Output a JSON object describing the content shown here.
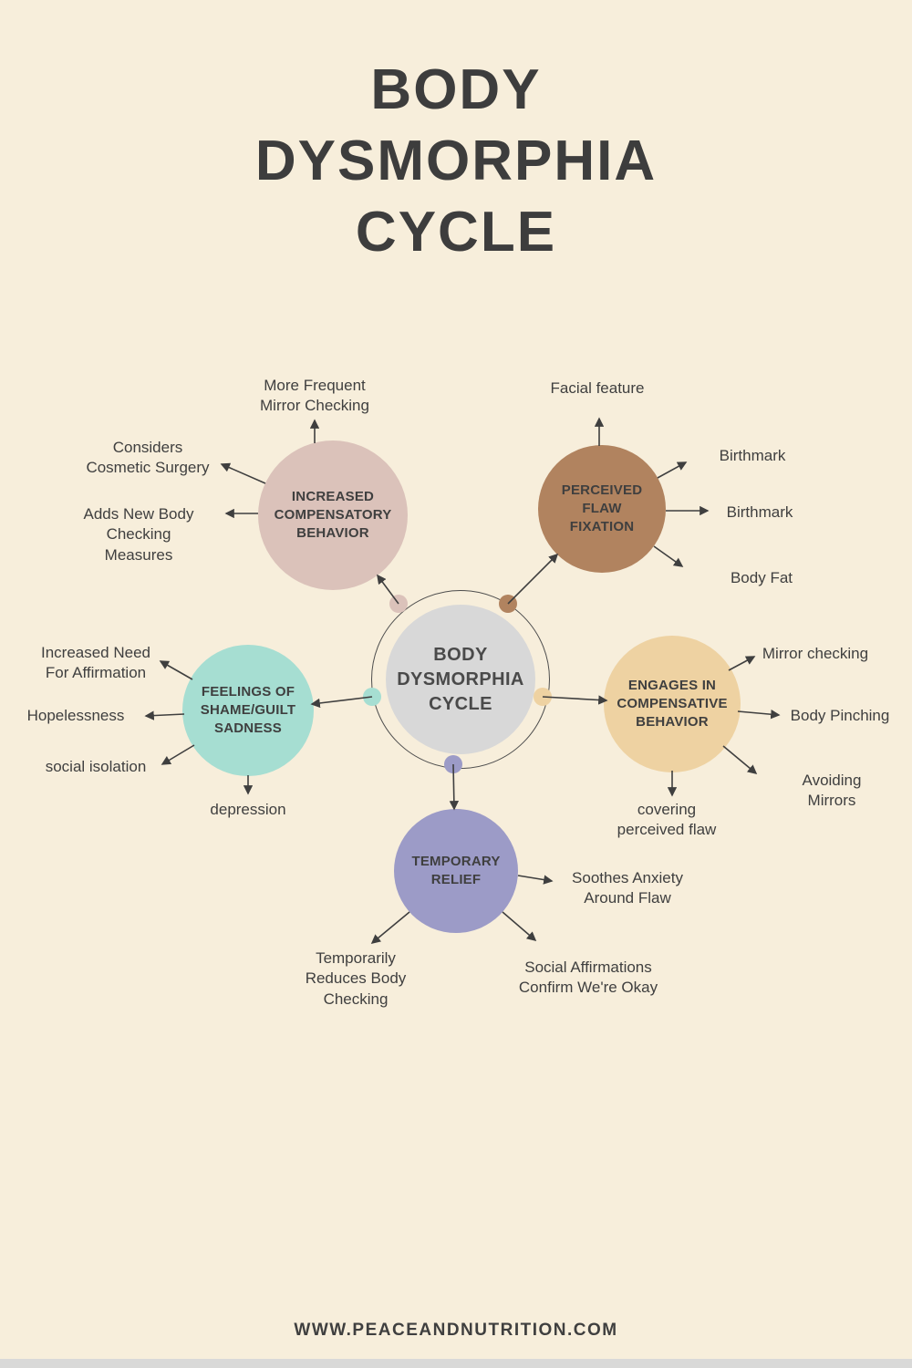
{
  "page": {
    "title": "BODY\nDYSMORPHIA\nCYCLE",
    "footer": "WWW.PEACEANDNUTRITION.COM"
  },
  "colors": {
    "background": "#f7eedb",
    "ink": "#3f3f3f",
    "center_circle": "#d8d8d8",
    "ring_stroke": "#4c4c4c"
  },
  "diagram": {
    "center": {
      "label": "BODY\nDYSMORPHIA\nCYCLE",
      "color": "#d8d8d8"
    },
    "nodes": {
      "increased_compensatory": {
        "label": "INCREASED\nCOMPENSATORY\nBEHAVIOR",
        "color": "#dbc2ba"
      },
      "perceived_flaw": {
        "label": "PERCEIVED\nFLAW\nFIXATION",
        "color": "#b1835f"
      },
      "engages_compensative": {
        "label": "ENGAGES IN\nCOMPENSATIVE\nBEHAVIOR",
        "color": "#eed2a2"
      },
      "feelings_shame": {
        "label": "FEELINGS OF\nSHAME/GUILT\nSADNESS",
        "color": "#a6ded2"
      },
      "temporary_relief": {
        "label": "TEMPORARY\nRELIEF",
        "color": "#9c9bc7"
      }
    },
    "labels": {
      "mirror_checking_more": "More Frequent\nMirror Checking",
      "considers_cosmetic_surgery": "Considers\nCosmetic Surgery",
      "adds_body_checking": "Adds New Body\nChecking\nMeasures",
      "facial_feature": "Facial feature",
      "birthmark_1": "Birthmark",
      "birthmark_2": "Birthmark",
      "body_fat": "Body Fat",
      "mirror_checking": "Mirror checking",
      "body_pinching": "Body Pinching",
      "avoiding_mirrors": "Avoiding\nMirrors",
      "covering_flaw": "covering\nperceived flaw",
      "increased_need_affirmation": "Increased Need\nFor Affirmation",
      "hopelessness": "Hopelessness",
      "social_isolation": "social isolation",
      "depression": "depression",
      "soothes_anxiety": "Soothes Anxiety\nAround Flaw",
      "temporarily_reduces": "Temporarily\nReduces Body\nChecking",
      "social_affirmations": "Social Affirmations\nConfirm We're Okay"
    }
  }
}
